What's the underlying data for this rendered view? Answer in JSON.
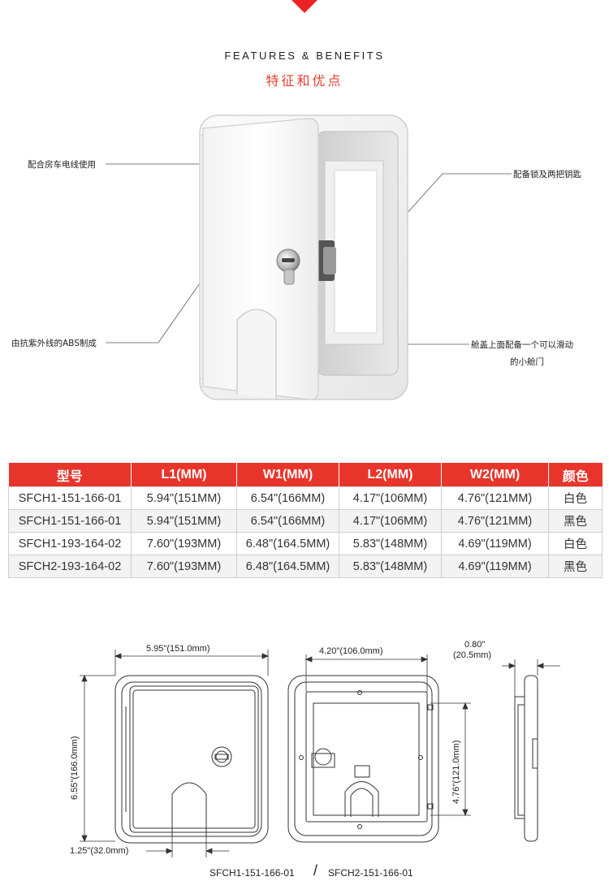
{
  "header": {
    "title_en": "FEATURES & BENEFITS",
    "title_cn": "特征和优点"
  },
  "callouts": {
    "left_top": "配合房车电线使用",
    "left_bottom": "由抗紫外线的ABS制成",
    "right_top": "配备锁及两把钥匙",
    "right_bottom_line1": "舱盖上面配备一个可以滑动",
    "right_bottom_line2": "的小舱门"
  },
  "table": {
    "headers": [
      "型号",
      "L1(MM)",
      "W1(MM)",
      "L2(MM)",
      "W2(MM)",
      "颜色"
    ],
    "rows": [
      [
        "SFCH1-151-166-01",
        "5.94\"(151MM)",
        "6.54\"(166MM)",
        "4.17\"(106MM)",
        "4.76\"(121MM)",
        "白色"
      ],
      [
        "SFCH1-151-166-01",
        "5.94\"(151MM)",
        "6.54\"(166MM)",
        "4.17\"(106MM)",
        "4.76\"(121MM)",
        "黑色"
      ],
      [
        "SFCH1-193-164-02",
        "7.60\"(193MM)",
        "6.48\"(164.5MM)",
        "5.83\"(148MM)",
        "4.69\"(119MM)",
        "白色"
      ],
      [
        "SFCH2-193-164-02",
        "7.60\"(193MM)",
        "6.48\"(164.5MM)",
        "5.83\"(148MM)",
        "4.69\"(119MM)",
        "黑色"
      ]
    ]
  },
  "drawing": {
    "front_width": "5.95\"(151.0mm)",
    "front_height": "6.55\"(166.0mm)",
    "slot_width": "1.25\"(32.0mm)",
    "back_width": "4.20\"(106.0mm)",
    "back_height": "4.76\"(121.0mm)",
    "depth_line1": "0.80\"",
    "depth_line2": "(20.5mm)"
  },
  "footer": {
    "model_a": "SFCH1-151-166-01",
    "separator": "/",
    "model_b": "SFCH2-151-166-01"
  },
  "colors": {
    "accent": "#e8352c",
    "marker": "#ee2222",
    "title_cn": "#e8402a"
  }
}
